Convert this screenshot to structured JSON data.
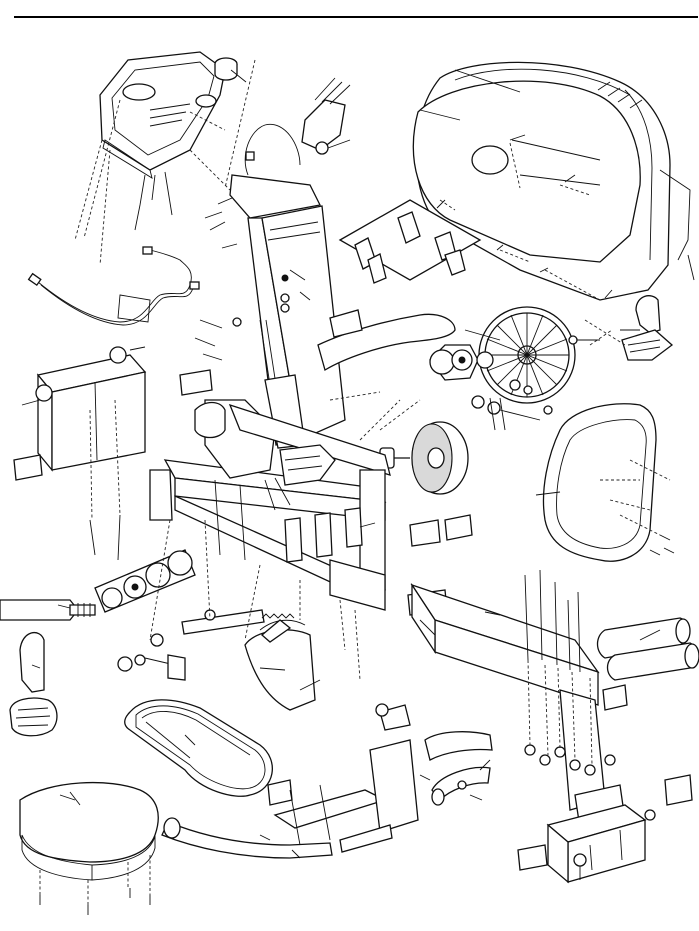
{
  "document": {
    "type": "exploded-parts-drawing",
    "printed_text": [],
    "line_color": "#111111",
    "background_color": "#ffffff"
  },
  "parts": [
    {
      "name": "console",
      "icon": "console-icon"
    },
    {
      "name": "console-knob",
      "icon": "knob-icon"
    },
    {
      "name": "wire-harness",
      "icon": "cable-icon"
    },
    {
      "name": "upright",
      "icon": "upright-icon"
    },
    {
      "name": "side-shield-left",
      "icon": "shield-icon"
    },
    {
      "name": "side-shield-right",
      "icon": "shield-icon"
    },
    {
      "name": "flywheel",
      "icon": "flywheel-icon"
    },
    {
      "name": "pulley",
      "icon": "pulley-icon"
    },
    {
      "name": "drive-belt",
      "icon": "belt-icon"
    },
    {
      "name": "main-frame",
      "icon": "frame-icon"
    },
    {
      "name": "front-stabilizer",
      "icon": "stabilizer-icon"
    },
    {
      "name": "rear-stabilizer",
      "icon": "stabilizer-icon"
    },
    {
      "name": "seat-frame",
      "icon": "seat-frame-icon"
    },
    {
      "name": "seat",
      "icon": "seat-icon"
    },
    {
      "name": "backrest",
      "icon": "backrest-icon"
    },
    {
      "name": "pedal-left",
      "icon": "pedal-icon"
    },
    {
      "name": "pedal-right",
      "icon": "pedal-icon"
    },
    {
      "name": "handlebar-front",
      "icon": "handlebar-icon"
    },
    {
      "name": "handlebar-seat",
      "icon": "handlebar-icon"
    },
    {
      "name": "foam-grips",
      "icon": "grip-icon"
    },
    {
      "name": "crank-arm",
      "icon": "crank-icon"
    },
    {
      "name": "magnet-bracket",
      "icon": "bracket-icon"
    },
    {
      "name": "endcaps",
      "icon": "endcap-icon"
    },
    {
      "name": "fasteners",
      "icon": "screw-icon"
    }
  ]
}
